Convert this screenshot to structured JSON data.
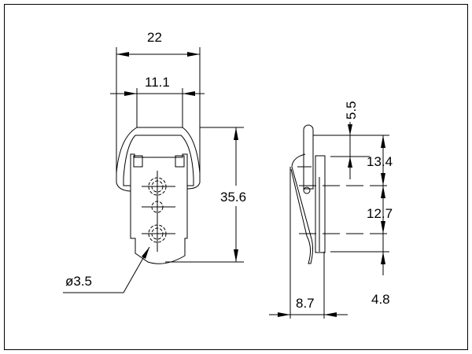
{
  "drawing": {
    "front_view": {
      "overall_width": "22",
      "inner_width": "11.1",
      "height": "35.6",
      "hole_diameter": "ø3.5"
    },
    "side_view": {
      "top_offset": "5.5",
      "upper_height": "13.4",
      "middle_height": "12.7",
      "lower_height": "4.8",
      "thickness": "8.7"
    }
  }
}
